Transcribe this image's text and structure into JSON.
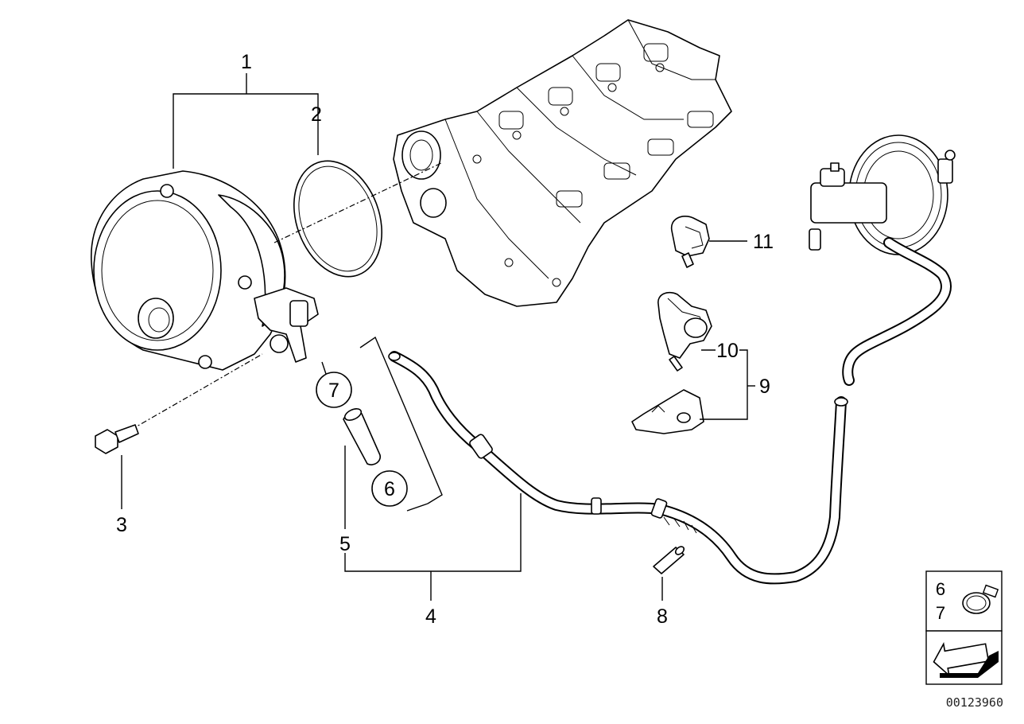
{
  "callouts": {
    "c1": "1",
    "c2": "2",
    "c3": "3",
    "c4": "4",
    "c5": "5",
    "c6": "6",
    "c7": "7",
    "c8": "8",
    "c9": "9",
    "c10": "10",
    "c11": "11"
  },
  "legend_box": {
    "line1": "6",
    "line2": "7"
  },
  "reference_number": "00123960"
}
